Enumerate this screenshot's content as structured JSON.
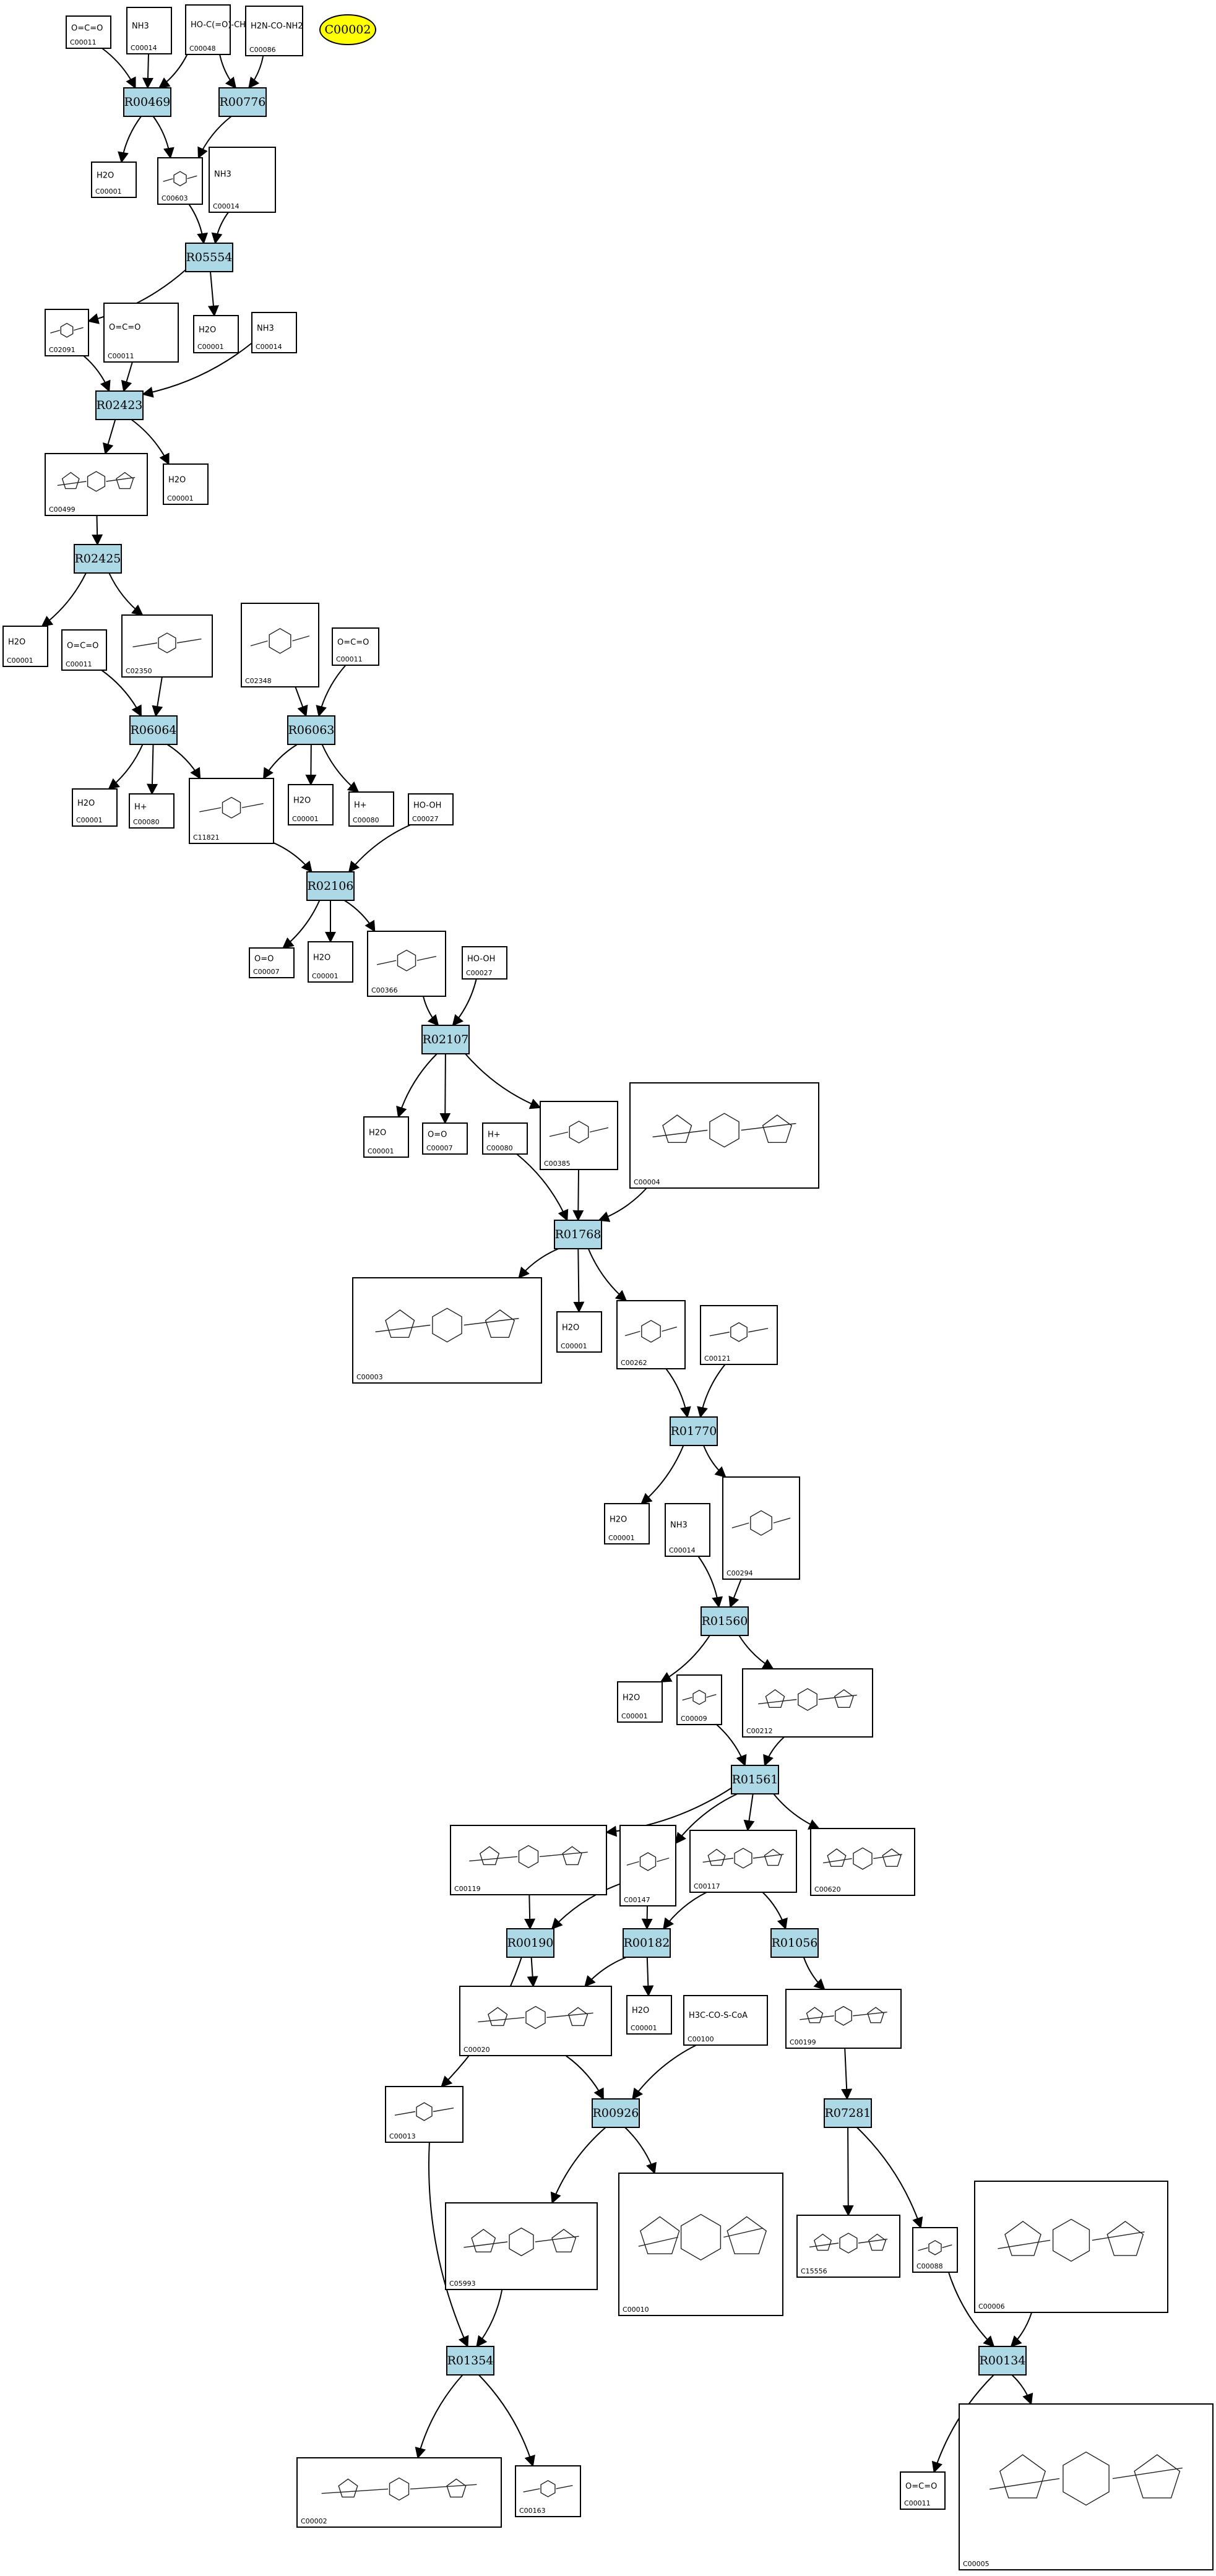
{
  "header": {
    "label": "C00002"
  },
  "reactions": [
    "R00469",
    "R00776",
    "R05554",
    "R02423",
    "R02425",
    "R06064",
    "R06063",
    "R02106",
    "R02107",
    "R01768",
    "R01770",
    "R01560",
    "R01561",
    "R00190",
    "R00182",
    "R01056",
    "R00926",
    "R07281",
    "R01354",
    "R00134"
  ],
  "compounds": [
    {
      "id": "C00011",
      "formula": "O=C=O"
    },
    {
      "id": "C00014",
      "formula": "NH3"
    },
    {
      "id": "C00048",
      "formula": "HO-C(=O)-CHO"
    },
    {
      "id": "C00086",
      "formula": "H2N-CO-NH2"
    },
    {
      "id": "C00001",
      "formula": "H2O"
    },
    {
      "id": "C00603",
      "formula": ""
    },
    {
      "id": "C00014",
      "formula": "NH3"
    },
    {
      "id": "C02091",
      "formula": ""
    },
    {
      "id": "C00011",
      "formula": "O=C=O"
    },
    {
      "id": "C00001",
      "formula": "H2O"
    },
    {
      "id": "C00014",
      "formula": "NH3"
    },
    {
      "id": "C00499",
      "formula": ""
    },
    {
      "id": "C00001",
      "formula": "H2O"
    },
    {
      "id": "C00001",
      "formula": "H2O"
    },
    {
      "id": "C00011",
      "formula": "O=C=O"
    },
    {
      "id": "C02350",
      "formula": ""
    },
    {
      "id": "C02348",
      "formula": ""
    },
    {
      "id": "C00011",
      "formula": "O=C=O"
    },
    {
      "id": "C00001",
      "formula": "H2O"
    },
    {
      "id": "C00080",
      "formula": "H+"
    },
    {
      "id": "C11821",
      "formula": ""
    },
    {
      "id": "C00001",
      "formula": "H2O"
    },
    {
      "id": "C00080",
      "formula": "H+"
    },
    {
      "id": "C00027",
      "formula": "HO-OH"
    },
    {
      "id": "C00007",
      "formula": "O=O"
    },
    {
      "id": "C00001",
      "formula": "H2O"
    },
    {
      "id": "C00366",
      "formula": ""
    },
    {
      "id": "C00027",
      "formula": "HO-OH"
    },
    {
      "id": "C00001",
      "formula": "H2O"
    },
    {
      "id": "C00007",
      "formula": "O=O"
    },
    {
      "id": "C00080",
      "formula": "H+"
    },
    {
      "id": "C00385",
      "formula": ""
    },
    {
      "id": "C00004",
      "formula": ""
    },
    {
      "id": "C00003",
      "formula": ""
    },
    {
      "id": "C00001",
      "formula": "H2O"
    },
    {
      "id": "C00262",
      "formula": ""
    },
    {
      "id": "C00121",
      "formula": ""
    },
    {
      "id": "C00001",
      "formula": "H2O"
    },
    {
      "id": "C00014",
      "formula": "NH3"
    },
    {
      "id": "C00294",
      "formula": ""
    },
    {
      "id": "C00001",
      "formula": "H2O"
    },
    {
      "id": "C00009",
      "formula": ""
    },
    {
      "id": "C00212",
      "formula": ""
    },
    {
      "id": "C00119",
      "formula": ""
    },
    {
      "id": "C00147",
      "formula": ""
    },
    {
      "id": "C00117",
      "formula": ""
    },
    {
      "id": "C00620",
      "formula": ""
    },
    {
      "id": "C00020",
      "formula": ""
    },
    {
      "id": "C00001",
      "formula": "H2O"
    },
    {
      "id": "C00100",
      "formula": "H3C-CO-S-CoA"
    },
    {
      "id": "C00199",
      "formula": ""
    },
    {
      "id": "C00013",
      "formula": ""
    },
    {
      "id": "C05993",
      "formula": ""
    },
    {
      "id": "C00010",
      "formula": ""
    },
    {
      "id": "C15556",
      "formula": ""
    },
    {
      "id": "C00088",
      "formula": ""
    },
    {
      "id": "C00006",
      "formula": ""
    },
    {
      "id": "C00002",
      "formula": ""
    },
    {
      "id": "C00163",
      "formula": ""
    },
    {
      "id": "C00011",
      "formula": "O=C=O"
    },
    {
      "id": "C00005",
      "formula": ""
    }
  ]
}
